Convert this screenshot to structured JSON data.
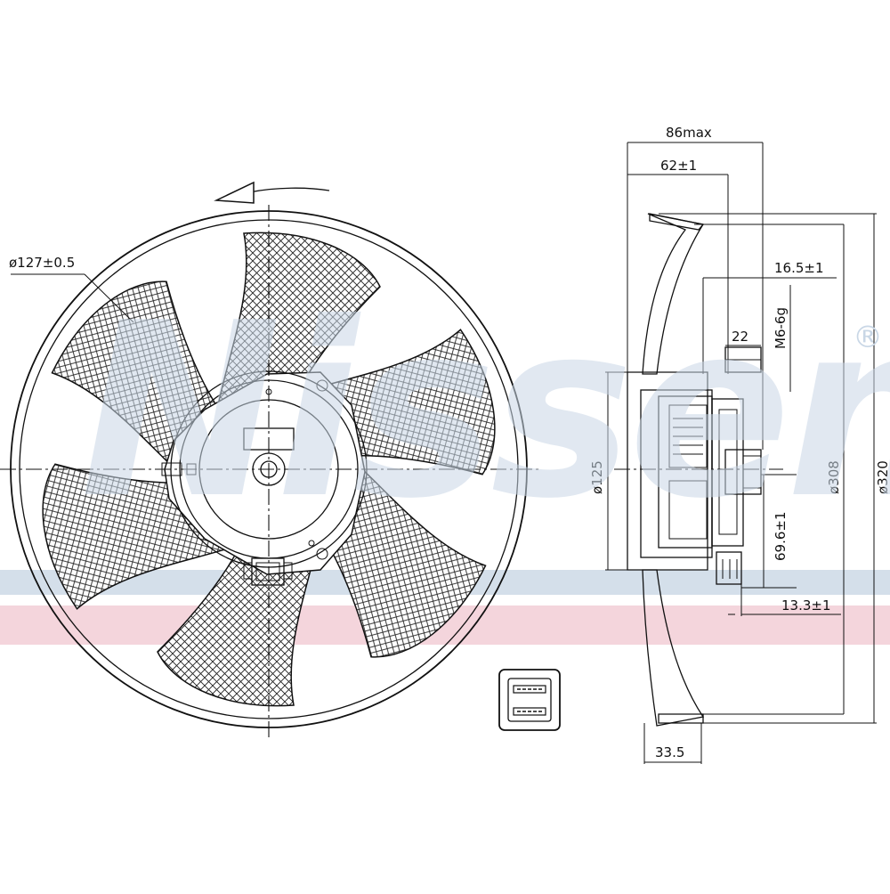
{
  "brand": {
    "logo_text": "Nissens",
    "registered_mark": "®",
    "logo_color": "#c9d7e6",
    "stripe_blue": "#cfdbe8",
    "stripe_red": "#f3d0d8"
  },
  "front_view": {
    "hub_diameter_label": "ø127±0.5",
    "rotation_direction": "counter-clockwise",
    "blade_count": 6,
    "hatch": "cross-hatch"
  },
  "side_view": {
    "dimensions": {
      "depth_max": "86max",
      "depth_62": "62±1",
      "offset_16_5": "16.5±1",
      "thread": "M6-6g",
      "gap_22": "22",
      "motor_diameter": "ø125",
      "inner_diameter": "ø308",
      "outer_diameter": "ø320",
      "dim_69_6": "69.6±1",
      "dim_13_3": "13.3±1",
      "rim_depth": "33.5"
    }
  },
  "connector": {
    "icon": "electrical-connector-icon"
  }
}
